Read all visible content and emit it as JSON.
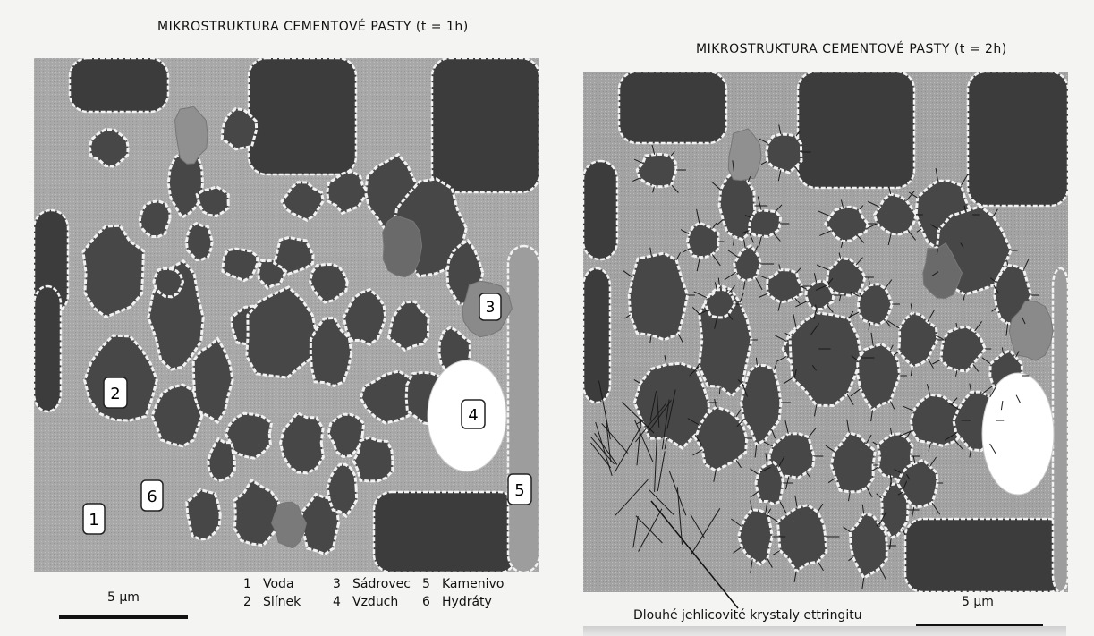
{
  "panels": {
    "left": {
      "title": "MIKROSTRUKTURA CEMENTOVÉ PASTY (t = 1h)",
      "markers": [
        "1",
        "2",
        "3",
        "4",
        "5",
        "6"
      ],
      "scale_label": "5 μm"
    },
    "right": {
      "title": "MIKROSTRUKTURA CEMENTOVÉ PASTY (t = 2h)",
      "scale_label": "5 μm",
      "annotation": "Dlouhé jehlicovité krystaly ettringitu"
    }
  },
  "legend": [
    {
      "num": "1",
      "label": "Voda"
    },
    {
      "num": "3",
      "label": "Sádrovec"
    },
    {
      "num": "5",
      "label": "Kamenivo"
    },
    {
      "num": "2",
      "label": "Slínek"
    },
    {
      "num": "4",
      "label": "Vzduch"
    },
    {
      "num": "6",
      "label": "Hydráty"
    }
  ],
  "colors": {
    "water": "#a9a9a9",
    "clinker": "#474747",
    "gypsum": "#8a8a8a",
    "air": "#ffffff",
    "aggregate": "#3c3c3c",
    "hydrate_rim": "#f2f2f2"
  }
}
